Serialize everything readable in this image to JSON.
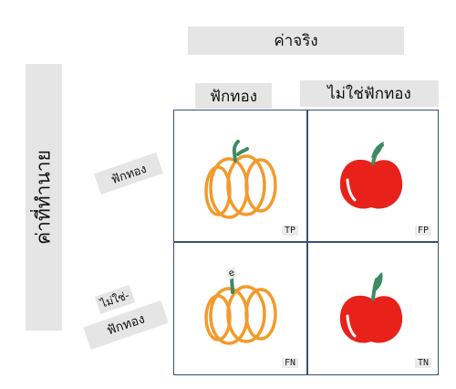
{
  "actual_header": "ค่าจริง",
  "predicted_header": "ค่าที่ทำนาย",
  "columns": {
    "pumpkin": "ฟักทอง",
    "not_pumpkin": "ไม่ใช่ฟักทอง"
  },
  "rows": {
    "pumpkin": "ฟักทอง",
    "not_pumpkin_line1": "ไม่ใช่-",
    "not_pumpkin_line2": "ฟักทอง"
  },
  "cells": {
    "top_left": {
      "tag": "TP",
      "image": "pumpkin-icon"
    },
    "top_right": {
      "tag": "FP",
      "image": "apple-icon"
    },
    "bottom_left": {
      "tag": "FN",
      "image": "pumpkin-icon",
      "stray_mark": "e"
    },
    "bottom_right": {
      "tag": "TN",
      "image": "apple-icon"
    }
  },
  "colors": {
    "pumpkin": "#f39a2b",
    "apple": "#e8211b",
    "stem": "#3e8a63",
    "grid": "#3b4f76",
    "label_bg": "#e5e5e5"
  }
}
